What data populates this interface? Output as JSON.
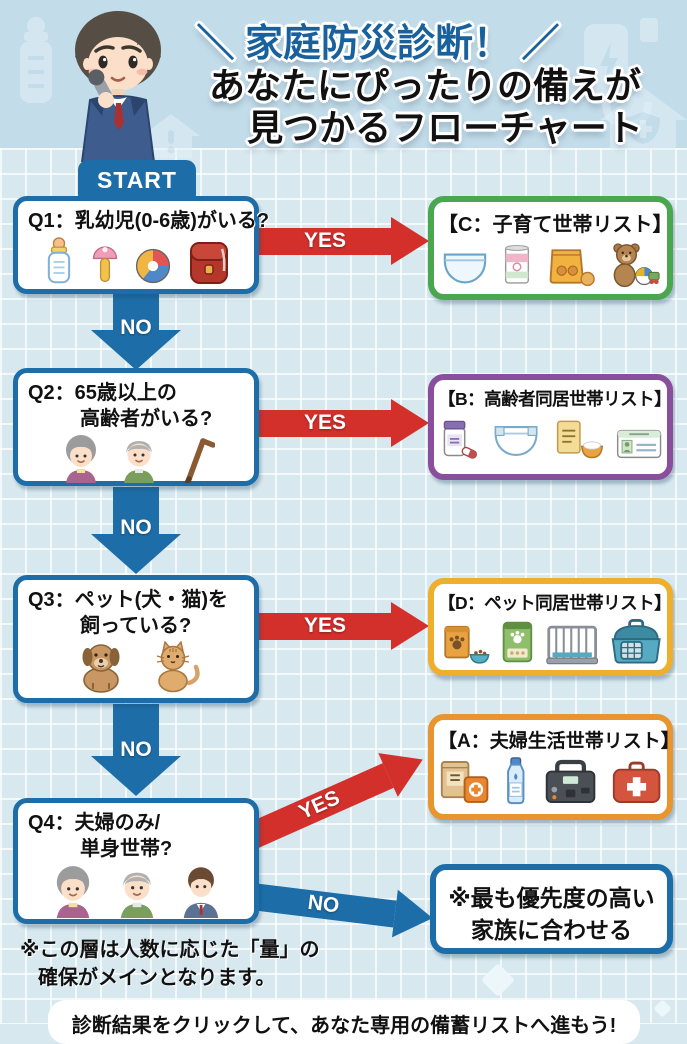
{
  "header": {
    "title": "＼ 家庭防災診断！ ／",
    "subtitle_line1": "あなたにぴったりの備えが",
    "subtitle_line2": "見つかるフローチャート",
    "character": "presenter-with-microphone"
  },
  "flow": {
    "start_label": "START",
    "yes_label": "YES",
    "no_label": "NO",
    "q1": {
      "text": "Q1：乳幼児(0-6歳)がいる?",
      "icons": [
        "baby-bottle-icon",
        "rattle-icon",
        "ball-icon",
        "school-backpack-icon"
      ]
    },
    "q2": {
      "line1": "Q2：65歳以上の",
      "line2": "高齢者がいる?",
      "icons": [
        "elderly-woman-icon",
        "elderly-man-icon",
        "cane-icon"
      ]
    },
    "q3": {
      "line1": "Q3：ペット(犬・猫)を",
      "line2": "飼っている?",
      "icons": [
        "dog-icon",
        "cat-icon"
      ]
    },
    "q4": {
      "line1": "Q4：夫婦のみ/",
      "line2": "単身世帯?",
      "icons": [
        "elderly-woman-icon",
        "elderly-man-icon",
        "man-suit-icon"
      ]
    }
  },
  "results": {
    "c": {
      "label": "【C：子育て世帯リスト】",
      "border_color": "#4ba74f",
      "icons": [
        "diaper-icon",
        "milk-can-icon",
        "snack-bag-icon",
        "teddy-bear-icon"
      ]
    },
    "b": {
      "label": "【B：高齢者同居世帯リスト】",
      "border_color": "#8a4f9c",
      "icons": [
        "medicine-bottle-icon",
        "adult-diaper-icon",
        "porridge-can-icon",
        "id-card-icon"
      ]
    },
    "d": {
      "label": "【D：ペット同居世帯リスト】",
      "border_color": "#eeb02c",
      "icons": [
        "pet-food-bowl-icon",
        "pet-treat-bag-icon",
        "pet-cage-icon",
        "pet-carrier-icon"
      ]
    },
    "a": {
      "label": "【A：夫婦生活世帯リスト】",
      "border_color": "#e8952f",
      "icons": [
        "emergency-food-icon",
        "water-bottle-icon",
        "power-station-icon",
        "first-aid-kit-icon"
      ]
    },
    "fallback": {
      "line1": "※最も優先度の高い",
      "line2": "家族に合わせる",
      "border_color": "#1d6ea8"
    }
  },
  "footnote": {
    "line1": "※この層は人数に応じた「量」の",
    "line2": "確保がメインとなります。"
  },
  "footer": {
    "text": "診断結果をクリックして、あなた専用の備蓄リストへ進もう!"
  },
  "colors": {
    "header_bg": "#c2dcea",
    "body_bg": "#d7e8ef",
    "title_blue": "#19619d",
    "question_border": "#1d6ea8",
    "yes_arrow_red": "#d3302b",
    "no_arrow_blue": "#1d6ea8"
  }
}
